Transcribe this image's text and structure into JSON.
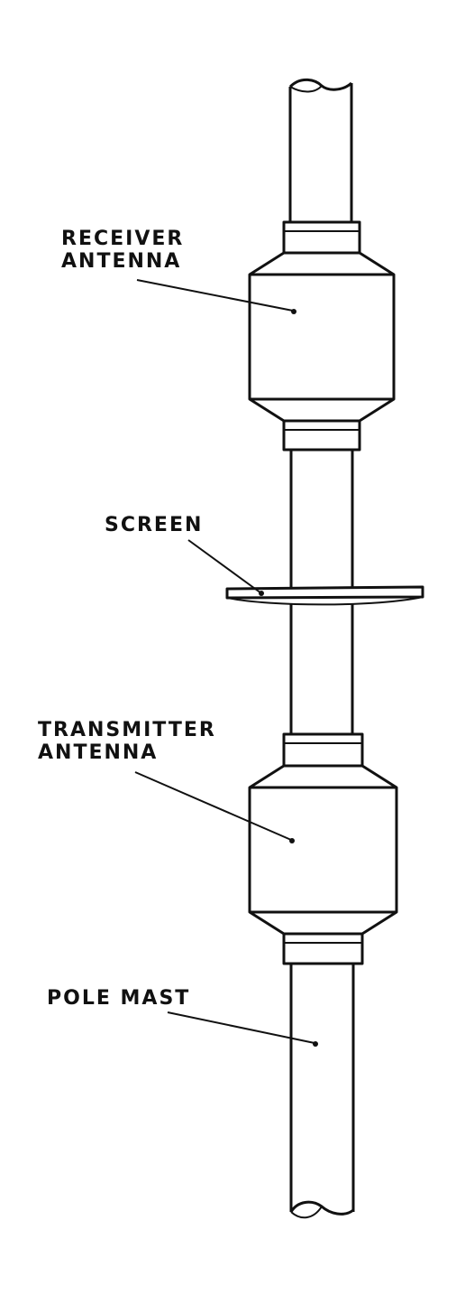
{
  "labels": {
    "receiver": {
      "line1": "RECEIVER",
      "line2": "ANTENNA"
    },
    "screen": {
      "line1": "SCREEN"
    },
    "transmitter": {
      "line1": "TRANSMITTER",
      "line2": "ANTENNA"
    },
    "pole": {
      "line1": "POLE MAST"
    }
  }
}
